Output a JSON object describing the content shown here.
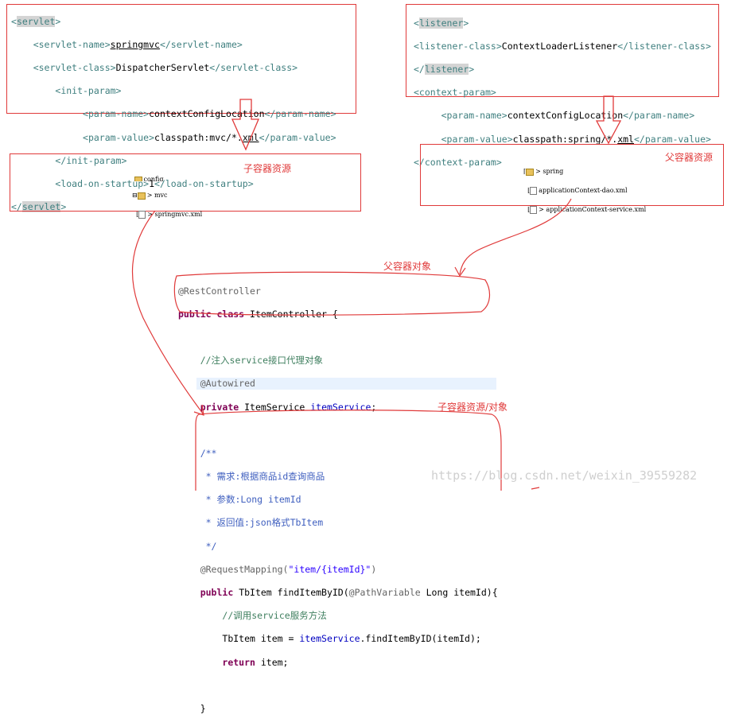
{
  "servlet_xml": {
    "lines": [
      {
        "open": "<",
        "name": "servlet",
        "close": ">"
      },
      {
        "a": "<servlet-name>",
        "b": "springmvc",
        "c": "</servlet-name>"
      },
      {
        "a": "<servlet-class>",
        "b": "DispatcherServlet",
        "c": "</servlet-class>"
      },
      {
        "a": "<init-param>"
      },
      {
        "a": "<param-name>",
        "b": "contextConfigLocation",
        "c": "</param-name>"
      },
      {
        "a": "<param-value>",
        "b": "classpath:mvc/*.",
        "b2": "xml",
        "c": "</param-value>"
      },
      {
        "a": "</init-param>"
      },
      {
        "a": "<load-on-startup>",
        "b": "1",
        "c": "</load-on-startup>"
      },
      {
        "open": "</",
        "name": "servlet",
        "close": ">"
      }
    ]
  },
  "listener_xml": {
    "lines": [
      {
        "open": "<",
        "name": "listener",
        "close": ">"
      },
      {
        "a": "<listener-class>",
        "b": "ContextLoaderListener",
        "c": "</listener-class>"
      },
      {
        "open": "</",
        "name": "listener",
        "close": ">"
      },
      {
        "a": "<context-param>"
      },
      {
        "a": "<param-name>",
        "b": "contextConfigLocation",
        "c": "</param-name>"
      },
      {
        "a": "<param-value>",
        "b": "classpath:spring/*.",
        "b2": "xml",
        "c": "</param-value>"
      },
      {
        "a": "</context-param>"
      }
    ]
  },
  "child_resource": {
    "label": "子容器资源",
    "tree": [
      "config",
      "mvc",
      "springmvc.xml"
    ]
  },
  "parent_resource": {
    "label": "父容器资源",
    "tree": [
      "spring",
      "applicationContext-dao.xml",
      "applicationContext-service.xml"
    ]
  },
  "parent_object_label": "父容器对象",
  "child_object_label": "子容器资源/对象",
  "java": {
    "anno1": "@RestController",
    "kw_public": "public",
    "kw_class": "class",
    "class_name": "ItemController {",
    "comment_inject": "//注入service接口代理对象",
    "anno_autowired": "@Autowired",
    "kw_private": "private",
    "service_type": "ItemService",
    "service_field": "itemService",
    "semicolon": ";",
    "jd_open": "/**",
    "jd_1_pre": " * ",
    "jd_1_text": "需求:根据商品id查询商品",
    "jd_2_pre": " * ",
    "jd_2_text": "参数:Long itemId",
    "jd_3_pre": " * ",
    "jd_3_text": "返回值:json格式TbItem",
    "jd_close": " */",
    "req_anno": "@RequestMapping(",
    "req_path": "\"item/{itemId}\"",
    "req_close": ")",
    "m_public": "public",
    "m_sig_a": "TbItem findItemByID(",
    "m_pathvar": "@PathVariable",
    "m_sig_b": " Long itemId){",
    "m_comment": "//调用service服务方法",
    "m_stmt_a": "TbItem item = ",
    "m_stmt_field": "itemService",
    "m_stmt_b": ".findItemByID(itemId);",
    "m_return": "return",
    "m_return_b": " item;",
    "m_brace": "}"
  },
  "watermark": "https://blog.csdn.net/weixin_39559282"
}
